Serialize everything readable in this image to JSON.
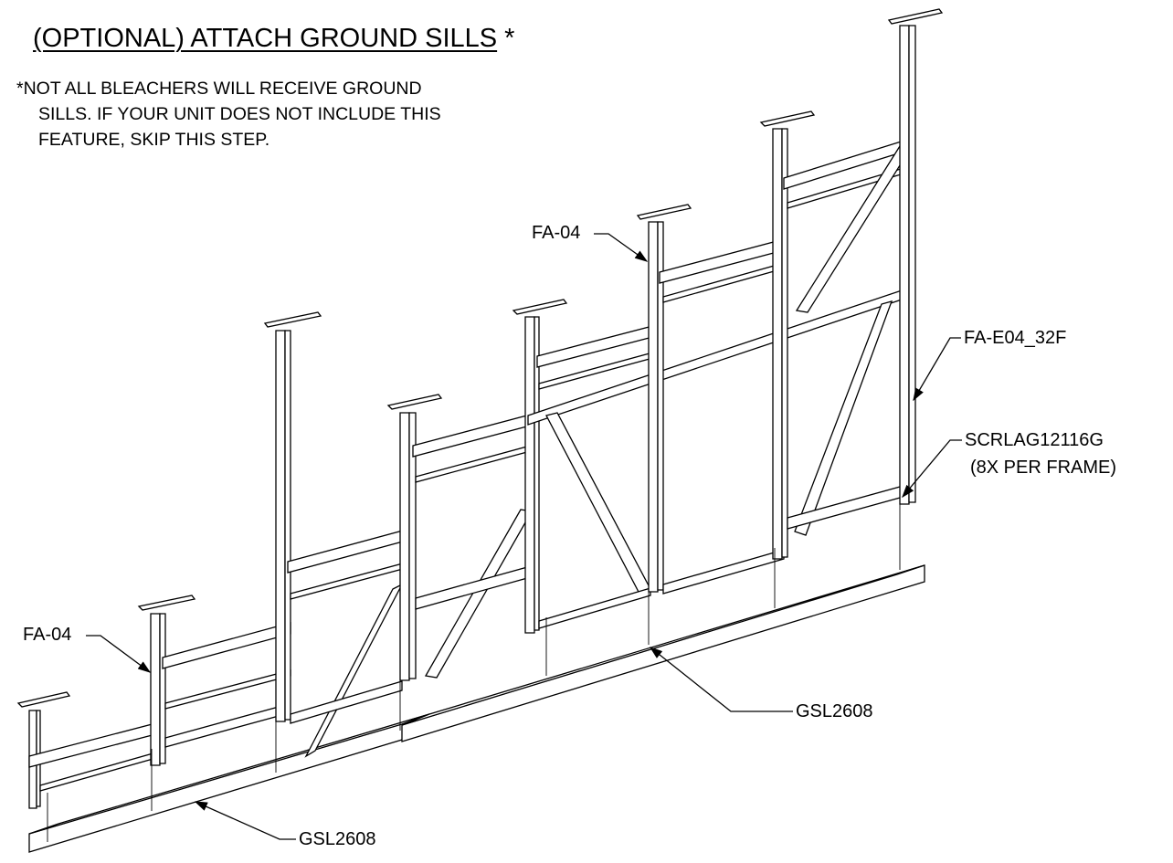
{
  "title": {
    "main": "(OPTIONAL) ATTACH GROUND SILLS",
    "asterisk": "*"
  },
  "note": {
    "line1": "*NOT ALL BLEACHERS WILL RECEIVE GROUND",
    "line2": "SILLS. IF YOUR UNIT DOES NOT INCLUDE THIS",
    "line3": "FEATURE, SKIP THIS STEP."
  },
  "callouts": {
    "frame_upper": "FA-04",
    "frame_lower": "FA-04",
    "end_frame": "FA-E04_32F",
    "screw": "SCRLAG12116G",
    "screw_qty": "(8X PER FRAME)",
    "sill_upper": "GSL2608",
    "sill_lower": "GSL2608"
  }
}
